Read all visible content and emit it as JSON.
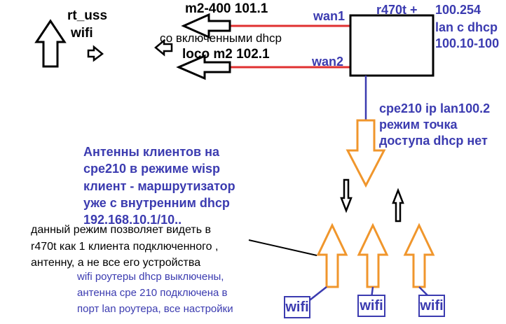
{
  "labels": {
    "rt_uss": "rt_uss",
    "wifi_top": "wifi",
    "m2_400": "m2-400 101.1",
    "dhcp_note": "со включенными dhcp",
    "loco": "loco m2 102.1",
    "wan1": "wan1",
    "wan2": "wan2",
    "r470t": "r470t +",
    "r_ip": "100.254",
    "r_lan": "lan c dhcp",
    "r_range": "100.10-100",
    "cpe_1": "cpe210 ip lan100.2",
    "cpe_2": "режим точка",
    "cpe_3": "доступа dhcp нет",
    "ant_1": "Антенны клиентов на",
    "ant_2": "cpe210 в режиме wisp",
    "ant_3": "клиент - маршрутизатор",
    "ant_4": "уже с внутренним dhcp",
    "ant_5": "192.168.10.1/10..",
    "mode_1": "данный режим позволяет видеть в",
    "mode_2": "r470t как 1 клиента подключенного ,",
    "mode_3": "антенну, а не все его устройства",
    "wifi_note_1": "wifi роутеры dhcp выключены,",
    "wifi_note_2": "антенна cpe 210 подключена в",
    "wifi_note_3": "порт lan роутера, все настройки",
    "wifi_box_1": "wifi",
    "wifi_box_2": "wifi",
    "wifi_box_3": "wifi"
  },
  "colors": {
    "text_blue": "#3b3bb0",
    "wan_line_red": "#e03030",
    "cpe_line_blue": "#3b3bb0",
    "cpe_arrow_orange": "#f0962c"
  }
}
